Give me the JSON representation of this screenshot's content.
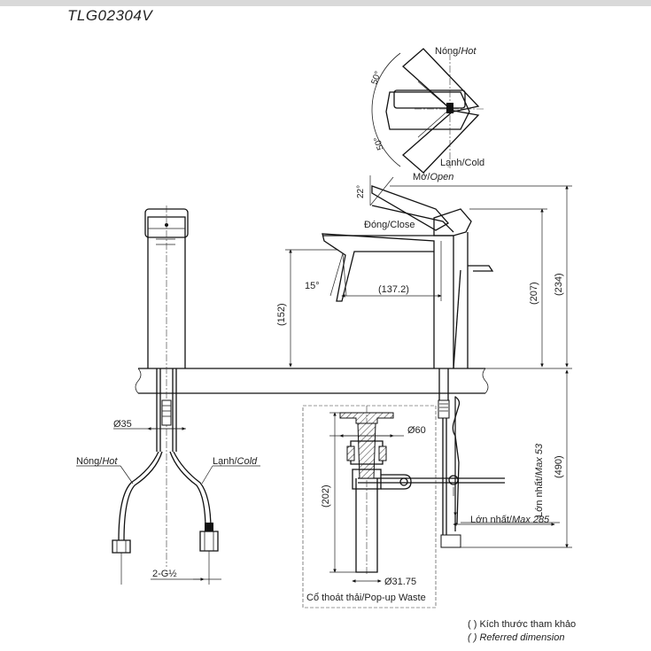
{
  "model_code": "TLG02304V",
  "handle_view": {
    "hot_label_vn": "Nóng/",
    "hot_label_en": "Hot",
    "cold_label_vn": "Lạnh/Cold",
    "angle_top": "50°",
    "angle_bottom": "50°"
  },
  "side_view": {
    "open_label_vn": "Mở/",
    "open_label_en": "Open",
    "close_label": "Đóng/Close",
    "angle_lever": "22°",
    "angle_spout": "15°",
    "dim_reach": "(137.2)",
    "dim_spout_height": "(152)",
    "dim_body_height": "(207)",
    "dim_total_height": "(234)",
    "dim_total_with_hose": "(490)",
    "max_thickness_vn": "Lớn nhất/",
    "max_thickness_en": "Max 53",
    "max_rod_vn": "Lớn nhất/",
    "max_rod_en": "Max 285"
  },
  "front_view": {
    "dim_diameter": "Ø35",
    "hot_label_vn": "Nóng/",
    "hot_label_en": "Hot",
    "cold_label_vn": "Lạnh/",
    "cold_label_en": "Cold",
    "thread_label": "2-G½"
  },
  "waste_view": {
    "dim_top_diameter": "Ø60",
    "dim_height": "(202)",
    "dim_bottom_diameter": "Ø31.75",
    "caption": "Cổ thoát thải/Pop-up Waste"
  },
  "legend": {
    "line1": "(   ) Kích thước tham khảo",
    "line2": "(   ) Referred dimension"
  }
}
